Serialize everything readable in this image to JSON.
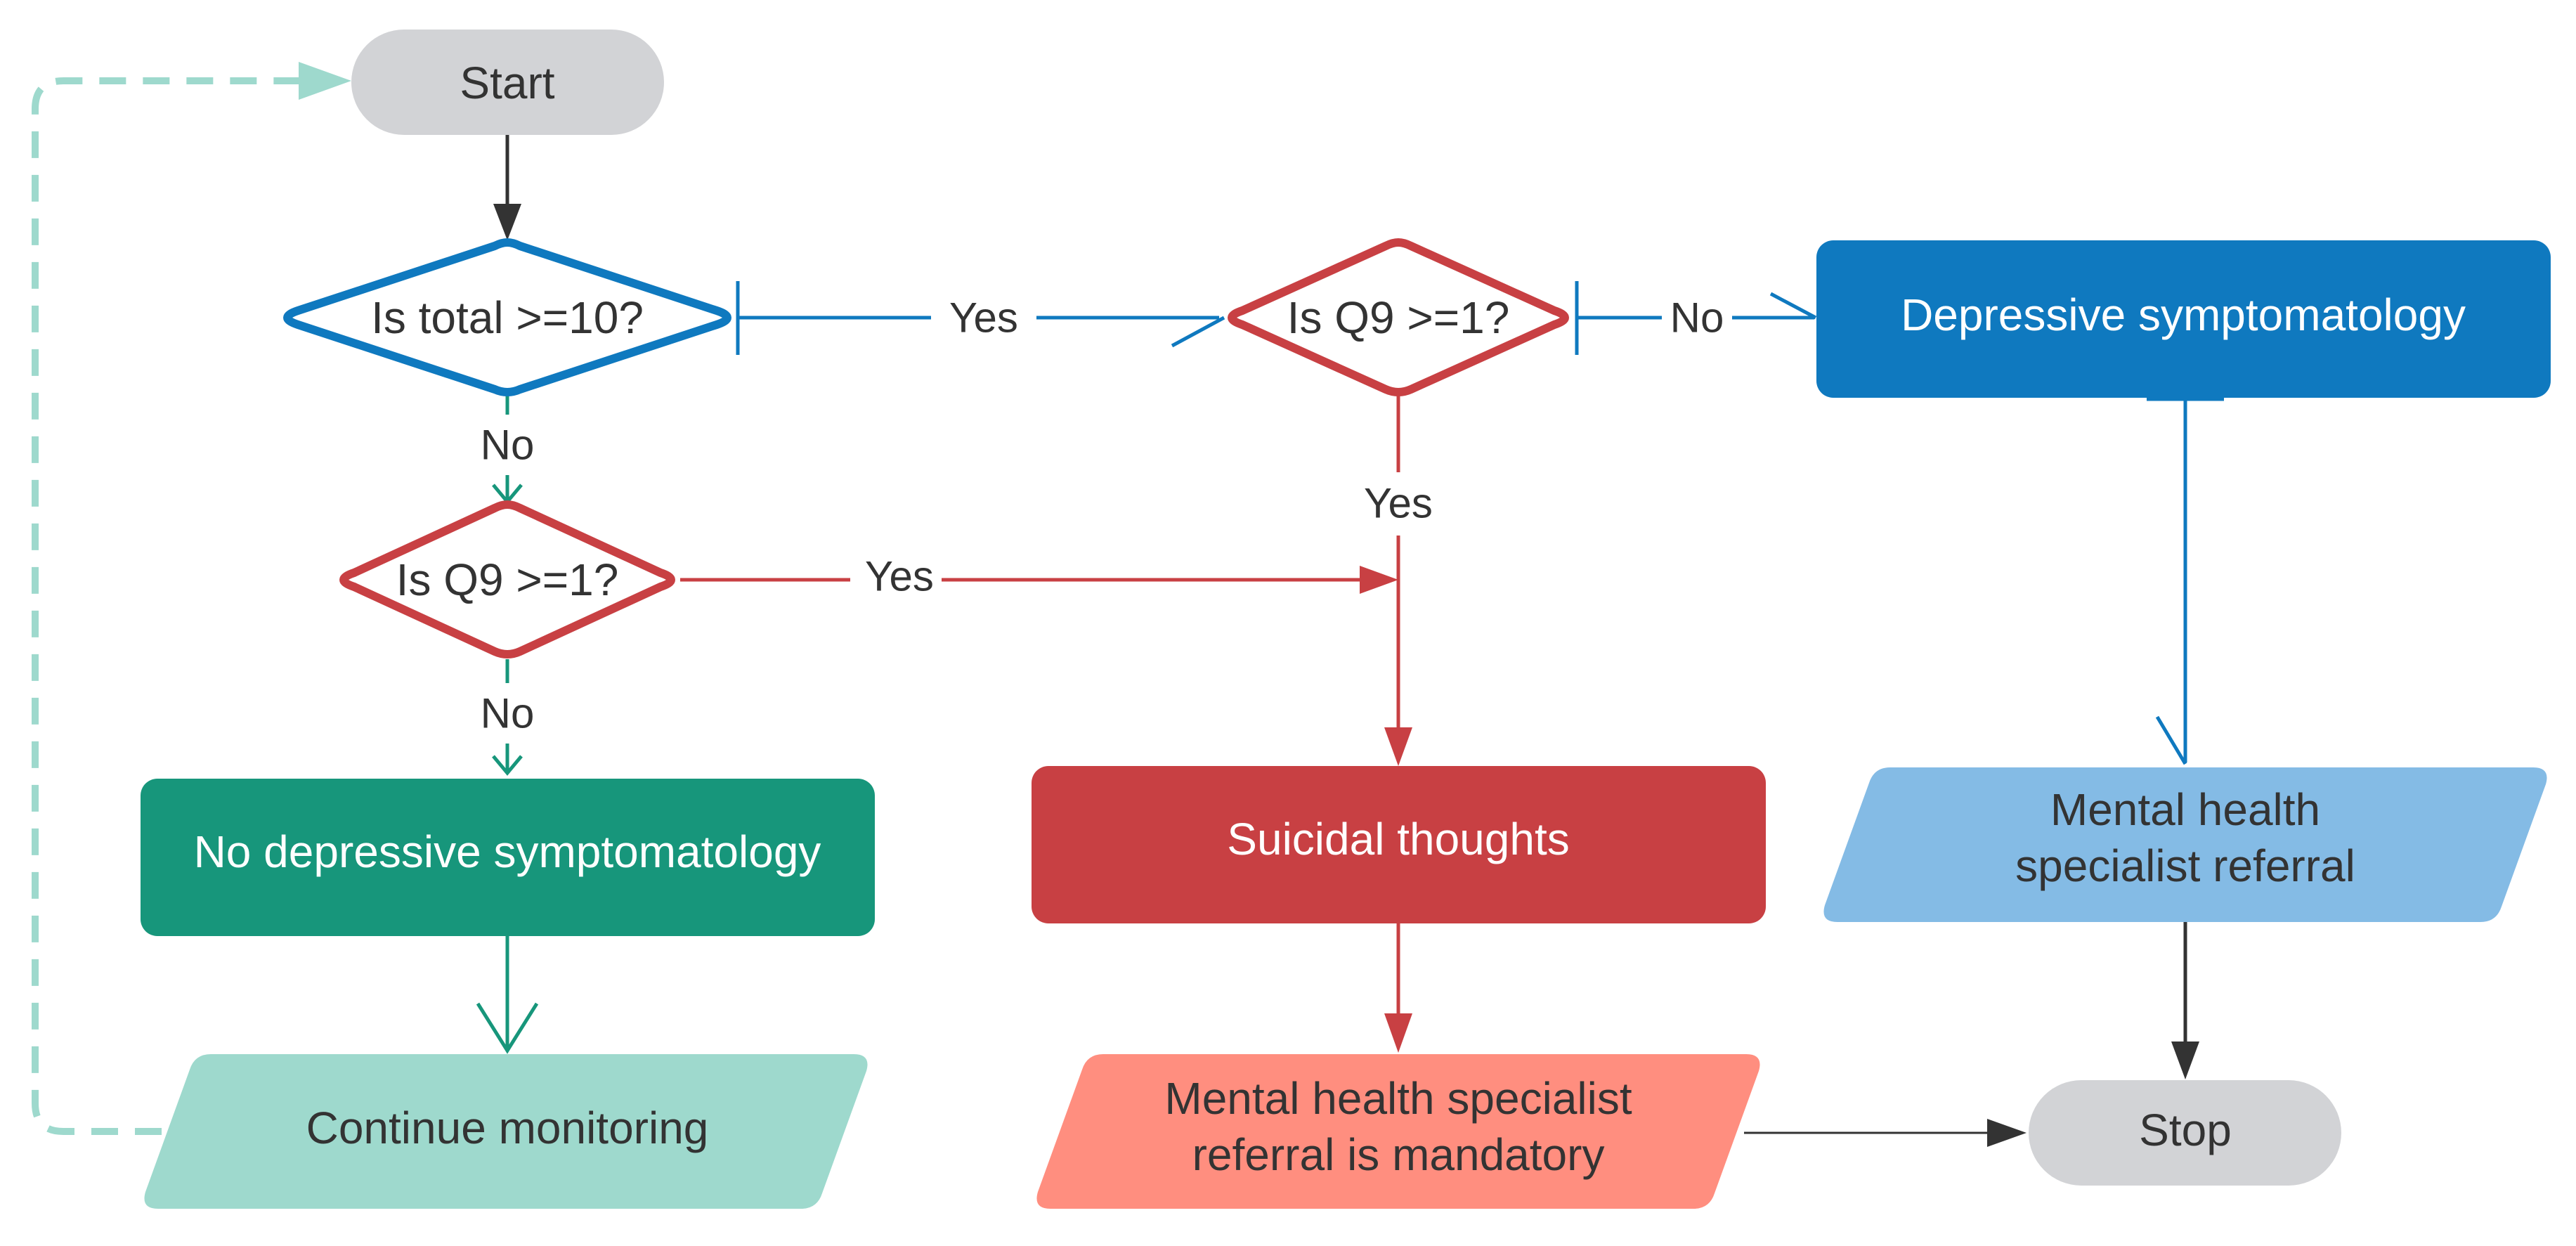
{
  "colors": {
    "start_stop_fill": "#d2d3d6",
    "blue": "#0f79bf",
    "red": "#c84043",
    "green": "#17967b",
    "light_green": "#9ed9cd",
    "light_blue": "#84bbe5",
    "salmon": "#ff8e7f",
    "text_dark": "#333333",
    "text_light": "#ffffff",
    "arrow_dark": "#333333"
  },
  "nodes": {
    "start": {
      "label": "Start",
      "shape": "terminal"
    },
    "total_check": {
      "label": "Is total >=10?",
      "shape": "decision"
    },
    "q9_check_top": {
      "label": "Is Q9 >=1?",
      "shape": "decision"
    },
    "q9_check_left": {
      "label": "Is Q9 >=1?",
      "shape": "decision"
    },
    "depressive": {
      "label": "Depressive symptomatology",
      "shape": "process"
    },
    "no_depressive": {
      "label": "No depressive symptomatology",
      "shape": "process"
    },
    "suicidal": {
      "label": "Suicidal thoughts",
      "shape": "process"
    },
    "specialist_referral": {
      "line1": "Mental health",
      "line2": "specialist referral",
      "shape": "data"
    },
    "continue_monitoring": {
      "label": "Continue monitoring",
      "shape": "data"
    },
    "mandatory_referral": {
      "line1": "Mental health specialist",
      "line2": "referral is mandatory",
      "shape": "data"
    },
    "stop": {
      "label": "Stop",
      "shape": "terminal"
    }
  },
  "edge_labels": {
    "total_yes": "Yes",
    "q9top_no": "No",
    "total_no": "No",
    "q9top_yes": "Yes",
    "q9left_yes": "Yes",
    "q9left_no": "No"
  }
}
